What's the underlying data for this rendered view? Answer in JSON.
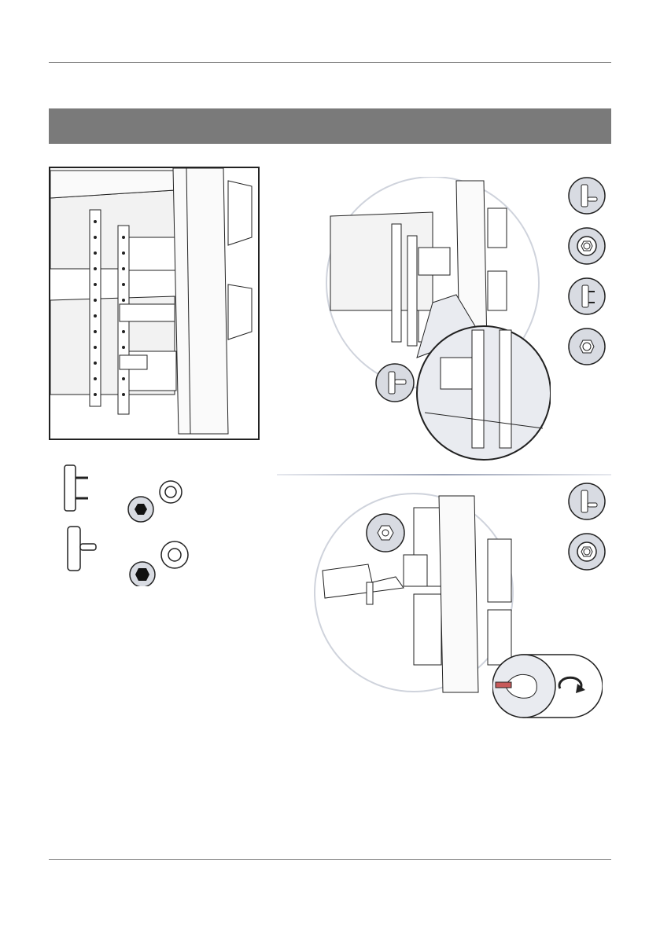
{
  "page": {
    "header_rule": "",
    "section_banner_text": "",
    "footer_rule": ""
  },
  "figures": {
    "overview": {
      "name": "rack-joining-overview"
    },
    "step1": {
      "name": "rack-joining-step1-detail",
      "parts": [
        "joining-plate-icon",
        "flange-nut-icon",
        "joining-plate-icon",
        "flange-nut-icon"
      ]
    },
    "step2": {
      "name": "rack-joining-step2-detail",
      "parts": [
        "joining-plate-icon",
        "flange-nut-icon"
      ]
    },
    "parts_list": {
      "items": [
        "double-pin-plate",
        "single-pin-plate",
        "hex-key-small",
        "flange-nut-small",
        "hex-key-large",
        "flange-nut-large"
      ]
    }
  },
  "colors": {
    "banner": "#7a7a7a",
    "rule": "#8a8a8a",
    "line": "#222222",
    "icon_fill": "#d8dbe2",
    "detail_fill": "#e9ebf0"
  }
}
